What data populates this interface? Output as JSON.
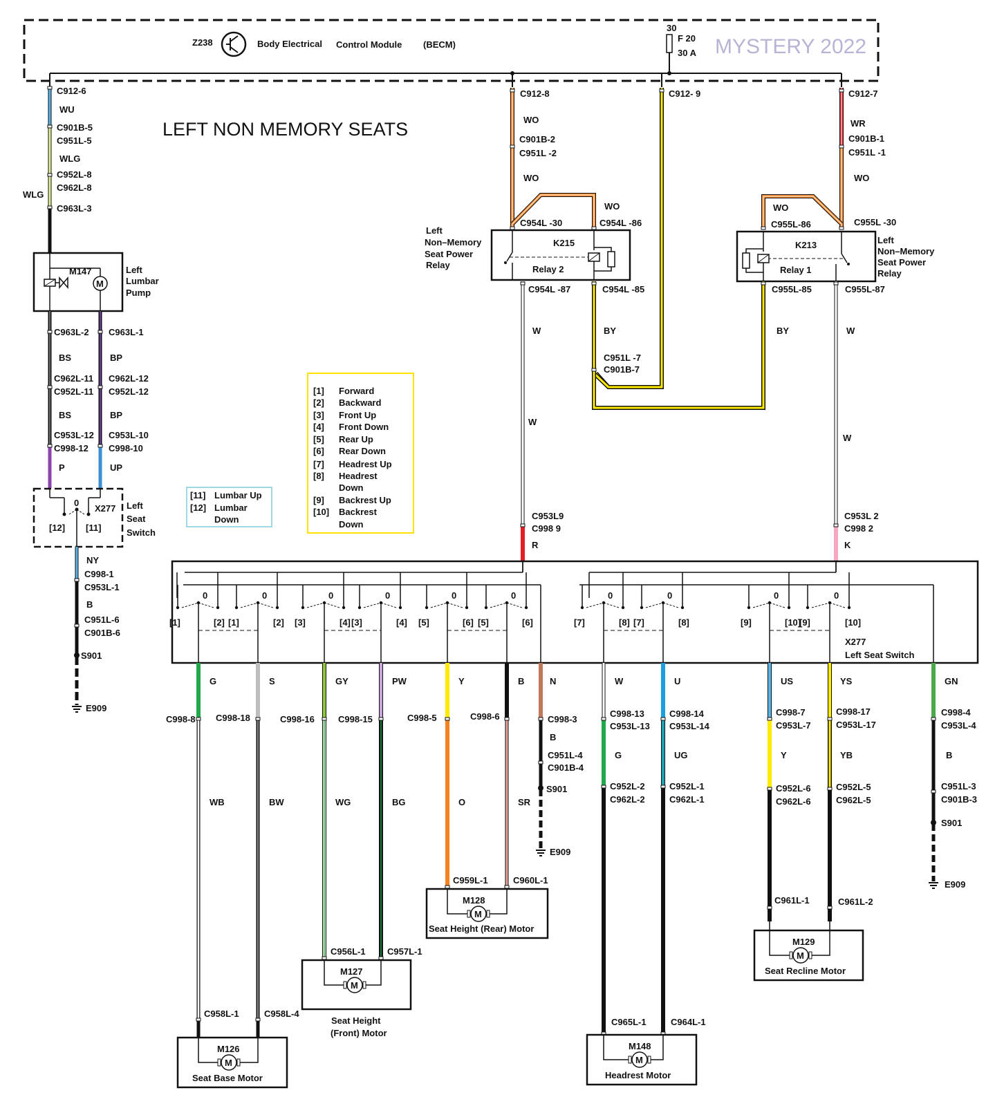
{
  "title": "LEFT NON MEMORY SEATS",
  "watermark": "MYSTERY 2022",
  "becm": {
    "id": "Z238",
    "name_part1": "Body Electrical",
    "name_part2": "Control Module",
    "abbr": "(BECM)",
    "fuse_terminal": "30",
    "fuse_id": "F 20",
    "fuse_rating": "30 A"
  },
  "colors": {
    "white": "#ffffff",
    "blue": "#5ab4e5",
    "lightgreen": "#c8e6a0",
    "yellow": "#ffeb00",
    "orange": "#f58220",
    "red": "#e31e24",
    "pink": "#f7a8c0",
    "black": "#111111",
    "purple": "#8e44ad",
    "green": "#22a84a",
    "grey": "#bdbdbd",
    "brown": "#c0785a",
    "cyan": "#1aa0dc",
    "darkgreen": "#1b7a3a",
    "salmon": "#e8a39b",
    "legend_yellow": "#ffe200",
    "legend_cyan": "#9ed8e0"
  },
  "lumbar": {
    "pump_id": "M147",
    "pump_label": [
      "Left",
      "Lumbar",
      "Pump"
    ],
    "wire_labels": {
      "wu": "WU",
      "wlg1": "WLG",
      "wlg2": "WLG",
      "bs1": "BS",
      "bs2": "BS",
      "bp1": "BP",
      "bp2": "BP",
      "p": "P",
      "up": "UP",
      "ny": "NY",
      "b": "B"
    },
    "connectors": {
      "c912_6": "C912-6",
      "c901b_5": "C901B-5",
      "c951l_5": "C951L-5",
      "c952l_8": "C952L-8",
      "c962l_8": "C962L-8",
      "c963l_3": "C963L-3",
      "c963l_2": "C963L-2",
      "c963l_1": "C963L-1",
      "c962l_11": "C962L-11",
      "c952l_11": "C952L-11",
      "c962l_12": "C962L-12",
      "c952l_12": "C952L-12",
      "c953l_12": "C953L-12",
      "c998_12": "C998-12",
      "c953l_10": "C953L-10",
      "c998_10": "C998-10",
      "c998_1": "C998-1",
      "c953l_1": "C953L-1",
      "c951l_6": "C951L-6",
      "c901b_6": "C901B-6",
      "s901": "S901",
      "e909": "E909"
    },
    "switch_id": "X277",
    "switch_label": [
      "Left",
      "Seat",
      "Switch"
    ],
    "switch_pos": {
      "zero": "0",
      "p12": "[12]",
      "p11": "[11]"
    }
  },
  "legend_lumbar": {
    "items": [
      {
        "key": "[11]",
        "text": "Lumbar Up"
      },
      {
        "key": "[12]",
        "text": "Lumbar"
      },
      {
        "key": "",
        "text": "Down"
      }
    ]
  },
  "legend_main": {
    "items": [
      {
        "key": "[1]",
        "text": "Forward"
      },
      {
        "key": "[2]",
        "text": "Backward"
      },
      {
        "key": "[3]",
        "text": "Front Up"
      },
      {
        "key": "[4]",
        "text": "Front Down"
      },
      {
        "key": "[5]",
        "text": "Rear Up"
      },
      {
        "key": "[6]",
        "text": "Rear Down"
      },
      {
        "key": "[7]",
        "text": "Headrest Up"
      },
      {
        "key": "[8]",
        "text": "Headrest"
      },
      {
        "key": "",
        "text": "Down"
      },
      {
        "key": "[9]",
        "text": "Backrest Up"
      },
      {
        "key": "[10]",
        "text": "Backrest"
      },
      {
        "key": "",
        "text": "Down"
      }
    ]
  },
  "relay2": {
    "id": "K215",
    "name": "Relay 2",
    "label": [
      "Left",
      "Non–Memory",
      "Seat Power",
      "Relay"
    ],
    "c30": "C954L -30",
    "c86": "C954L -86",
    "c87": "C954L -87",
    "c85": "C954L -85"
  },
  "relay1": {
    "id": "K213",
    "name": "Relay 1",
    "label": [
      "Left",
      "Non–Memory",
      "Seat Power",
      "Relay"
    ],
    "c30": "C955L -30",
    "c86": "C955L-86",
    "c87": "C955L-87",
    "c85": "C955L-85"
  },
  "power": {
    "c912_8": "C912-8",
    "c912_9": "C912- 9",
    "c912_7": "C912-7",
    "c901b_2": "C901B-2",
    "c951l_2": "C951L -2",
    "c901b_1": "C901B-1",
    "c951l_1": "C951L -1",
    "wo1": "WO",
    "wo2": "WO",
    "wo3": "WO",
    "wo4": "WO",
    "wo5": "WO",
    "wr": "WR",
    "by1": "BY",
    "by2": "BY",
    "c951l_7": "C951L -7",
    "c901b_7": "C901B-7",
    "w1": "W",
    "w2": "W",
    "w3": "W",
    "w4": "W",
    "r": "R",
    "k": "K",
    "c953l9": "C953L9",
    "c998_9": "C998 9",
    "c953l2": "C953L 2",
    "c998_2": "C998 2"
  },
  "switch_main": {
    "id": "X277",
    "name": "Left Seat Switch",
    "zero": "0",
    "positions": [
      "[1]",
      "[2]",
      "[1]",
      "[2]",
      "[3]",
      "[4]",
      "[3]",
      "[4]",
      "[5]",
      "[6]",
      "[5]",
      "[6]",
      "[7]",
      "[8]",
      "[7]",
      "[8]",
      "[9]",
      "[10]",
      "[9]",
      "[10]"
    ]
  },
  "outputs": [
    {
      "color": "G",
      "conn": "C998-8",
      "lower": "WB",
      "motor_conn": "C958L-1"
    },
    {
      "color": "S",
      "conn": "C998-18",
      "lower": "BW",
      "motor_conn": "C958L-4"
    },
    {
      "color": "GY",
      "conn": "C998-16",
      "lower": "WG",
      "motor_conn": "C956L-1"
    },
    {
      "color": "PW",
      "conn": "C998-15",
      "lower": "BG",
      "motor_conn": "C957L-1"
    },
    {
      "color": "Y",
      "conn": "C998-5",
      "lower": "O",
      "motor_conn": "C959L-1"
    },
    {
      "color": "B",
      "conn": "C998-6",
      "lower": "SR",
      "motor_conn": "C960L-1"
    },
    {
      "color": "N",
      "conn": "C998-3",
      "lower": "B",
      "c2": "C951L-4",
      "c3": "C901B-4",
      "s": "S901",
      "e": "E909"
    },
    {
      "color": "W",
      "conn": "C998-13",
      "conn2": "C953L-13",
      "mid": "G",
      "c2": "C952L-2",
      "c3": "C962L-2",
      "motor_conn": "C965L-1"
    },
    {
      "color": "U",
      "conn": "C998-14",
      "conn2": "C953L-14",
      "mid": "UG",
      "c2": "C952L-1",
      "c3": "C962L-1",
      "motor_conn": "C964L-1"
    },
    {
      "color": "US",
      "conn": "C998-7",
      "conn2": "C953L-7",
      "mid": "Y",
      "c2": "C952L-6",
      "c3": "C962L-6",
      "motor_conn": "C961L-1"
    },
    {
      "color": "YS",
      "conn": "C998-17",
      "conn2": "C953L-17",
      "mid": "YB",
      "c2": "C952L-5",
      "c3": "C962L-5",
      "motor_conn": "C961L-2"
    },
    {
      "color": "GN",
      "conn": "C998-4",
      "conn2": "C953L-4",
      "mid": "B",
      "c2": "C951L-3",
      "c3": "C901B-3",
      "s": "S901",
      "e": "E909"
    }
  ],
  "motors": {
    "m126": {
      "id": "M126",
      "name": "Seat Base Motor",
      "glyph": "M"
    },
    "m127": {
      "id": "M127",
      "name1": "Seat Height",
      "name2": "(Front) Motor",
      "glyph": "M"
    },
    "m128": {
      "id": "M128",
      "name": "Seat Height (Rear) Motor",
      "glyph": "M"
    },
    "m148": {
      "id": "M148",
      "name": "Headrest Motor",
      "glyph": "M"
    },
    "m129": {
      "id": "M129",
      "name": "Seat Recline Motor",
      "glyph": "M"
    },
    "m147": {
      "glyph": "M"
    }
  }
}
